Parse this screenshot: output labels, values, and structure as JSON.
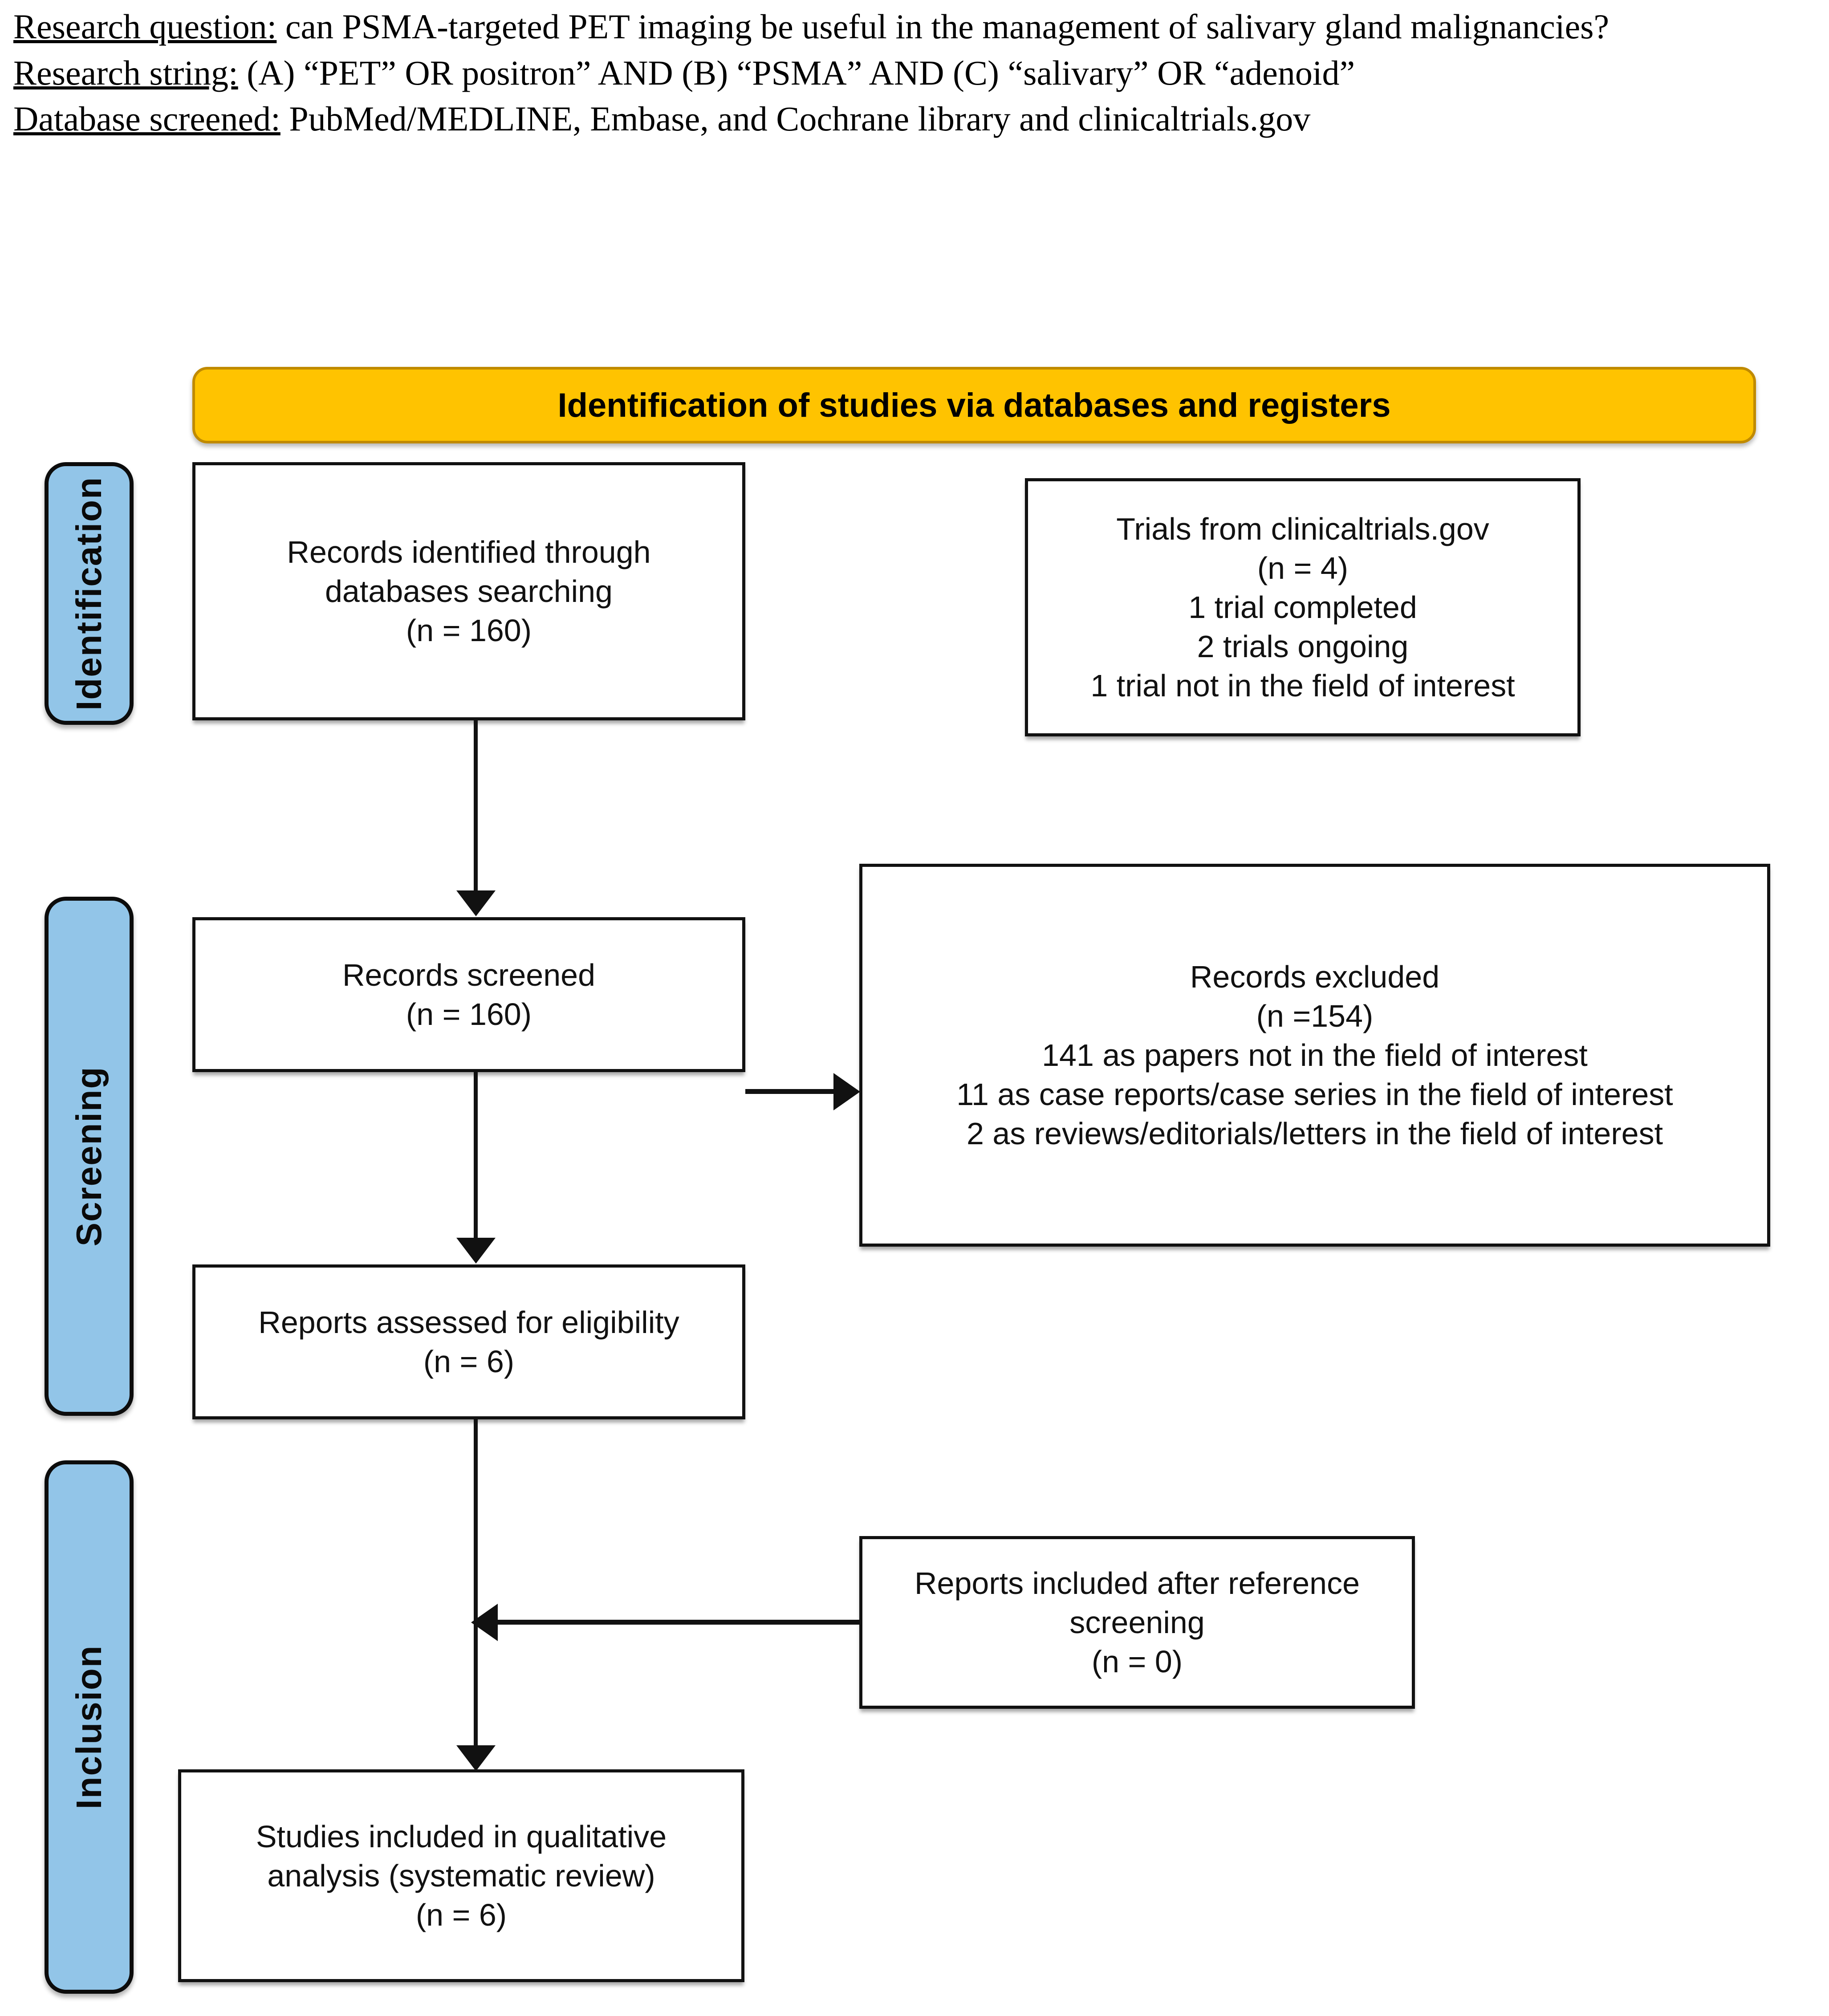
{
  "header": {
    "lines": [
      {
        "label": "Research question:",
        "text": " can PSMA-targeted PET imaging be useful in the management of salivary gland malignancies?"
      },
      {
        "label": "Research string:",
        "text": " (A) “PET” OR positron” AND (B) “PSMA” AND (C) “salivary” OR “adenoid”"
      },
      {
        "label": "Database screened:",
        "text": " PubMed/MEDLINE, Embase, and Cochrane library and clinicaltrials.gov"
      }
    ]
  },
  "colors": {
    "banner_fill": "#FFC300",
    "banner_border": "#C08A00",
    "stage_fill": "#92C5E8",
    "stage_border": "#0C0C0C",
    "node_border": "#111111",
    "connector": "#111111"
  },
  "banner": {
    "title": "Identification of studies via databases and registers"
  },
  "stages": [
    {
      "id": "identification",
      "label": "Identification"
    },
    {
      "id": "screening",
      "label": "Screening"
    },
    {
      "id": "inclusion",
      "label": "Inclusion"
    }
  ],
  "nodes": {
    "records_identified": "Records identified through\ndatabases searching\n(n = 160)",
    "trials_registers": "Trials from clinicaltrials.gov\n(n = 4)\n1 trial completed\n2 trials ongoing\n1 trial not in the field of interest",
    "records_screened": "Records screened\n(n = 160)",
    "records_excluded": "Records excluded\n(n =154)\n141 as papers not in the field of interest\n11 as case reports/case series in the field of interest\n2 as reviews/editorials/letters in the field of interest",
    "reports_assessed": "Reports assessed for eligibility\n(n = 6)",
    "reports_reference": "Reports included after reference\nscreening\n(n = 0)",
    "studies_included": "Studies included in qualitative\nanalysis (systematic review)\n(n = 6)"
  },
  "chart_data": {
    "type": "diagram",
    "title": "PRISMA flow diagram",
    "stages": [
      "Identification",
      "Screening",
      "Inclusion"
    ],
    "counts": {
      "records_identified_databases": 160,
      "trials_from_registers": 4,
      "trials_completed": 1,
      "trials_ongoing": 2,
      "trials_not_in_field": 1,
      "records_screened": 160,
      "records_excluded": 154,
      "excluded_papers_not_in_field": 141,
      "excluded_case_reports_series": 11,
      "excluded_reviews_editorials_letters": 2,
      "reports_assessed_for_eligibility": 6,
      "reports_included_after_reference_screening": 0,
      "studies_included_qualitative": 6
    }
  }
}
